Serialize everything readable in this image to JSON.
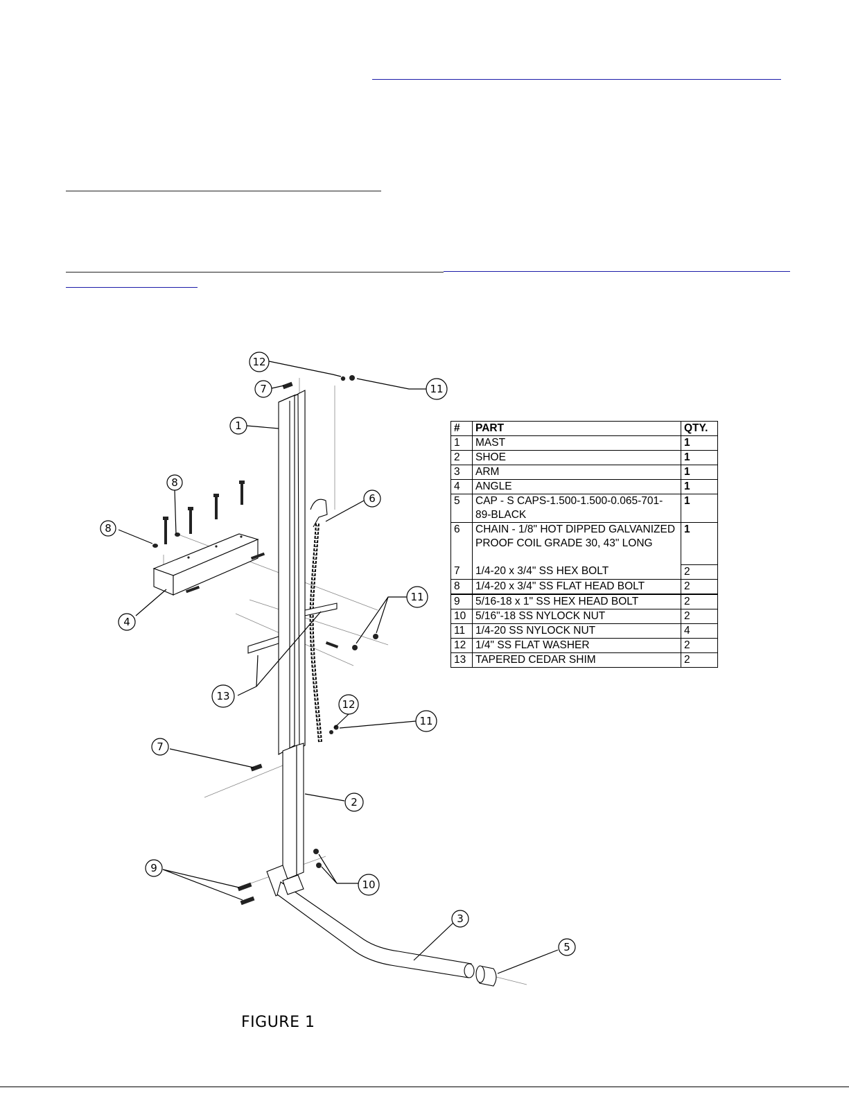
{
  "figure": {
    "caption": "FIGURE 1",
    "callouts": [
      "1",
      "2",
      "3",
      "4",
      "5",
      "6",
      "7",
      "7",
      "8",
      "8",
      "9",
      "10",
      "11",
      "11",
      "11",
      "12",
      "12",
      "13"
    ]
  },
  "parts_table": {
    "headers": [
      "#",
      "PART",
      "QTY."
    ],
    "rows": [
      {
        "num": "1",
        "part": "MAST",
        "qty": "1"
      },
      {
        "num": "2",
        "part": "SHOE",
        "qty": "1"
      },
      {
        "num": "3",
        "part": "ARM",
        "qty": "1"
      },
      {
        "num": "4",
        "part": "ANGLE",
        "qty": "1"
      },
      {
        "num": "5",
        "part": "CAP - S CAPS-1.500-1.500-0.065-701-89-BLACK",
        "qty": "1"
      },
      {
        "num": "6",
        "part": "CHAIN - 1/8\" HOT DIPPED GALVANIZED PROOF COIL GRADE 30, 43\" LONG",
        "qty": "1"
      },
      {
        "num": "7",
        "part": "1/4-20 x 3/4\" SS HEX BOLT",
        "qty": "2"
      },
      {
        "num": "8",
        "part": "1/4-20 x 3/4\" SS FLAT HEAD BOLT",
        "qty": "2"
      },
      {
        "num": "9",
        "part": "5/16-18 x 1\" SS HEX HEAD BOLT",
        "qty": "2"
      },
      {
        "num": "10",
        "part": "5/16\"-18 SS NYLOCK NUT",
        "qty": "2"
      },
      {
        "num": "11",
        "part": "1/4-20 SS NYLOCK NUT",
        "qty": "4"
      },
      {
        "num": "12",
        "part": "1/4\" SS FLAT WASHER",
        "qty": "2"
      },
      {
        "num": "13",
        "part": "TAPERED CEDAR SHIM",
        "qty": "2"
      }
    ]
  }
}
